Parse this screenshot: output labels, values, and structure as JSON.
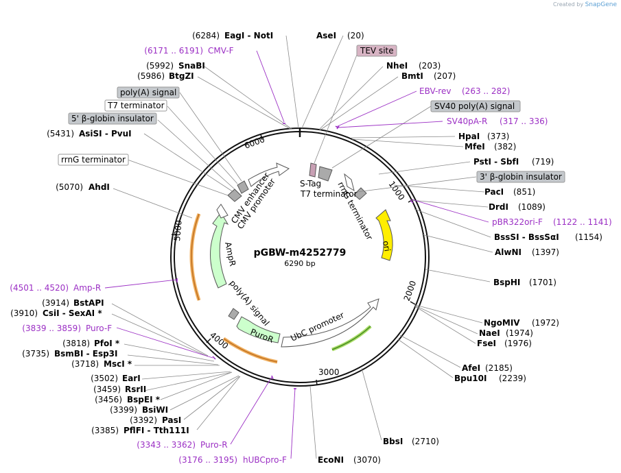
{
  "credit": {
    "prefix": "Created by",
    "brand": "SnapGene"
  },
  "plasmid": {
    "name": "pGBW-m4252779",
    "length": "6290 bp",
    "total_bp": 6290
  },
  "ticks": [
    "1000",
    "2000",
    "3000",
    "4000",
    "5000",
    "6000"
  ],
  "enzymes": [
    {
      "name": "AseI",
      "pos": "(20)",
      "side": "R"
    },
    {
      "name": "NheI",
      "pos": "(203)",
      "side": "R"
    },
    {
      "name": "BmtI",
      "pos": "(207)",
      "side": "R"
    },
    {
      "name": "HpaI",
      "pos": "(373)",
      "side": "R"
    },
    {
      "name": "MfeI",
      "pos": "(382)",
      "side": "R"
    },
    {
      "name": "PstI  -  SbfI",
      "pos": "(719)",
      "side": "R"
    },
    {
      "name": "PacI",
      "pos": "(851)",
      "side": "R"
    },
    {
      "name": "DrdI",
      "pos": "(1089)",
      "side": "R"
    },
    {
      "name": "BssSI  -  BssSαI",
      "pos": "(1154)",
      "side": "R"
    },
    {
      "name": "AlwNI",
      "pos": "(1397)",
      "side": "R"
    },
    {
      "name": "BspHI",
      "pos": "(1701)",
      "side": "R"
    },
    {
      "name": "NgoMIV",
      "pos": "(1972)",
      "side": "R"
    },
    {
      "name": "NaeI",
      "pos": "(1974)",
      "side": "R"
    },
    {
      "name": "FseI",
      "pos": "(1976)",
      "side": "R"
    },
    {
      "name": "AfeI",
      "pos": "(2185)",
      "side": "R"
    },
    {
      "name": "Bpu10I",
      "pos": "(2239)",
      "side": "R"
    },
    {
      "name": "BbsI",
      "pos": "(2710)",
      "side": "R"
    },
    {
      "name": "EcoNI",
      "pos": "(3070)",
      "side": "R"
    },
    {
      "name": "EagI  -  NotI",
      "pos": "(6284)",
      "side": "L"
    },
    {
      "name": "SnaBI",
      "pos": "(5992)",
      "side": "L"
    },
    {
      "name": "BtgZI",
      "pos": "(5986)",
      "side": "L"
    },
    {
      "name": "AsiSI  -  PvuI",
      "pos": "(5431)",
      "side": "L"
    },
    {
      "name": "AhdI",
      "pos": "(5070)",
      "side": "L"
    },
    {
      "name": "BstAPI",
      "pos": "(3914)",
      "side": "L"
    },
    {
      "name": "CsiI  -  SexAI *",
      "pos": "(3910)",
      "side": "L"
    },
    {
      "name": "PfoI *",
      "pos": "(3818)",
      "side": "L"
    },
    {
      "name": "BsmBI  -  Esp3I",
      "pos": "(3735)",
      "side": "L"
    },
    {
      "name": "MscI *",
      "pos": "(3718)",
      "side": "L"
    },
    {
      "name": "EarI",
      "pos": "(3502)",
      "side": "L"
    },
    {
      "name": "RsrII",
      "pos": "(3459)",
      "side": "L"
    },
    {
      "name": "BspEI *",
      "pos": "(3456)",
      "side": "L"
    },
    {
      "name": "BsiWI",
      "pos": "(3399)",
      "side": "L"
    },
    {
      "name": "PasI",
      "pos": "(3392)",
      "side": "L"
    },
    {
      "name": "PflFI  -  Tth111I",
      "pos": "(3385)",
      "side": "L"
    }
  ],
  "primers": [
    {
      "name": "CMV-F",
      "range": "(6171 .. 6191)",
      "side": "L"
    },
    {
      "name": "EBV-rev",
      "range": "(263 .. 282)",
      "side": "R"
    },
    {
      "name": "SV40pA-R",
      "range": "(317 .. 336)",
      "side": "R"
    },
    {
      "name": "pBR322ori-F",
      "range": "(1122 .. 1141)",
      "side": "R"
    },
    {
      "name": "Amp-R",
      "range": "(4501 .. 4520)",
      "side": "L"
    },
    {
      "name": "Puro-F",
      "range": "(3839 .. 3859)",
      "side": "L"
    },
    {
      "name": "Puro-R",
      "range": "(3343 .. 3362)",
      "side": "L"
    },
    {
      "name": "hUBCpro-F",
      "range": "(3176 .. 3195)",
      "side": "L"
    }
  ],
  "feature_boxes": [
    {
      "label": "TEV site",
      "color": "#d8b4c4"
    },
    {
      "label": "SV40 poly(A) signal",
      "color": "#c4c8cc"
    },
    {
      "label": "3' β-globin insulator",
      "color": "#c4c8cc"
    },
    {
      "label": "poly(A) signal",
      "color": "#c4c8cc"
    },
    {
      "label": "T7 terminator",
      "color": "#ffffff"
    },
    {
      "label": "5' β-globin insulator",
      "color": "#c4c8cc"
    },
    {
      "label": "rrnG terminator",
      "color": "#ffffff"
    }
  ],
  "features": [
    {
      "label": "ori",
      "color": "#ffee00"
    },
    {
      "label": "AmpR",
      "color": "#ccffcc"
    },
    {
      "label": "PuroR",
      "color": "#ccffcc"
    },
    {
      "label": "UbC promoter",
      "color": "#ffffff"
    },
    {
      "label": "CMV enhancer",
      "color": "#ffffff"
    },
    {
      "label": "CMV promoter",
      "color": "#ffffff"
    },
    {
      "label": "poly(A) signal",
      "color": "#c4c8cc"
    },
    {
      "label": "S-Tag",
      "color": "#c4c8cc"
    },
    {
      "label": "T7 terminator",
      "color": "#ffffff"
    },
    {
      "label": "rrnG terminator",
      "color": "#ffffff"
    }
  ]
}
